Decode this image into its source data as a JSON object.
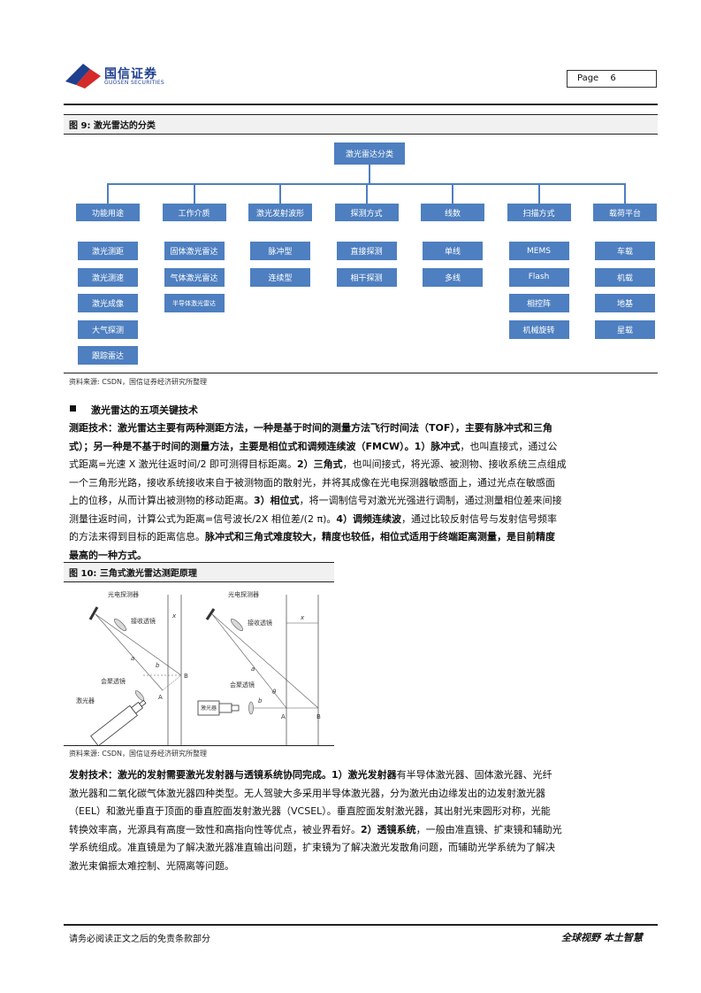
{
  "header": {
    "brand_cn": "国信证券",
    "brand_en": "GUOSEN SECURITIES",
    "page_label": "Page",
    "page_number": "6"
  },
  "figure9": {
    "caption": "图 9:  激光雷达的分类",
    "root": "激光雷达分类",
    "columns": [
      {
        "label": "功能用途",
        "items": [
          "激光测距",
          "激光测速",
          "激光成像",
          "大气探测",
          "跟踪雷达"
        ]
      },
      {
        "label": "工作介质",
        "items": [
          "固体激光雷达",
          "气体激光雷达",
          "半导体激光雷达"
        ]
      },
      {
        "label": "激光发射波形",
        "items": [
          "脉冲型",
          "连续型"
        ]
      },
      {
        "label": "探测方式",
        "items": [
          "直接探测",
          "相干探测"
        ]
      },
      {
        "label": "线数",
        "items": [
          "单线",
          "多线"
        ]
      },
      {
        "label": "扫描方式",
        "items": [
          "MEMS",
          "Flash",
          "相控阵",
          "机械旋转"
        ]
      },
      {
        "label": "载荷平台",
        "items": [
          "车载",
          "机载",
          "地基",
          "星载"
        ]
      }
    ],
    "source": "资料来源: CSDN，国信证券经济研究所整理"
  },
  "section": {
    "title": "激光雷达的五项关键技术"
  },
  "para1": {
    "l1_b": "测距技术：激光雷达主要有两种测距方法，一种是基于时间的测量方法飞行时间法（TOF），主要有脉冲式和三角",
    "l2_b": "式）；另一种是不基于时间的测量方法，主要是相位式和调频连续波（FMCW）。1）脉冲式",
    "l2_n": "，也叫直接式，通过公",
    "l3_n": "式距离=光速 X 激光往返时间/2 即可测得目标距离。",
    "l3_b": "2）三角式",
    "l3_n2": "，也叫间接式，将光源、被测物、接收系统三点组成",
    "l4_n": "一个三角形光路，接收系统接收来自于被测物面的散射光，并将其成像在光电探测器敏感面上，通过光点在敏感面",
    "l5_n": "上的位移，从而计算出被测物的移动距离。",
    "l5_b": "3）相位式",
    "l5_n2": "，将一调制信号对激光光强进行调制，通过测量相位差来间接",
    "l6_n": "测量往返时间，计算公式为距离=信号波长/2X 相位差/(2 π)。",
    "l6_b": "4）调频连续波",
    "l6_n2": "，通过比较反射信号与发射信号频率",
    "l7_n": "的方法来得到目标的距离信息。",
    "l7_b": "脉冲式和三角式难度较大，精度也较低，相位式适用于终端距离测量，是目前精度",
    "l8_b": "最高的一种方式。"
  },
  "figure10": {
    "caption": "图 10:  三角式激光雷达测距原理",
    "left": {
      "detector": "光电探测器",
      "receiver_lens": "接收透镜",
      "converging_lens": "会聚透镜",
      "laser": "激光器",
      "a": "a",
      "b": "b",
      "x": "x",
      "A": "A",
      "B": "B"
    },
    "right": {
      "detector": "光电探测器",
      "receiver_lens": "接收透镜",
      "converging_lens": "会聚透镜",
      "laser": "激光器",
      "a": "a",
      "b": "b",
      "x": "x",
      "theta": "θ",
      "A": "A",
      "B": "B"
    },
    "source": "资料来源: CSDN，国信证券经济研究所整理"
  },
  "para2": {
    "l1_b": "发射技术：激光的发射需要激光发射器与透镜系统协同完成。1）激光发射器",
    "l1_n": "有半导体激光器、固体激光器、光纤",
    "l2_n": "激光器和二氧化碳气体激光器四种类型。无人驾驶大多采用半导体激光器，分为激光由边缘发出的边发射激光器",
    "l3_n": "（EEL）和激光垂直于顶面的垂直腔面发射激光器（VCSEL）。垂直腔面发射激光器，其出射光束圆形对称，光能",
    "l4_n": "转换效率高，光源具有高度一致性和高指向性等优点，被业界看好。",
    "l4_b": "2）透镜系统",
    "l4_n2": "，一般由准直镜、扩束镜和辅助光",
    "l5_n": "学系统组成。准直镜是为了解决激光器准直输出问题，扩束镜为了解决激光发散角问题，而辅助光学系统为了解决",
    "l6_n": "激光束偏振太难控制、光隔离等问题。"
  },
  "footer": {
    "disclaimer": "请务必阅读正文之后的免责条款部分",
    "slogan": "全球视野  本土智慧"
  }
}
